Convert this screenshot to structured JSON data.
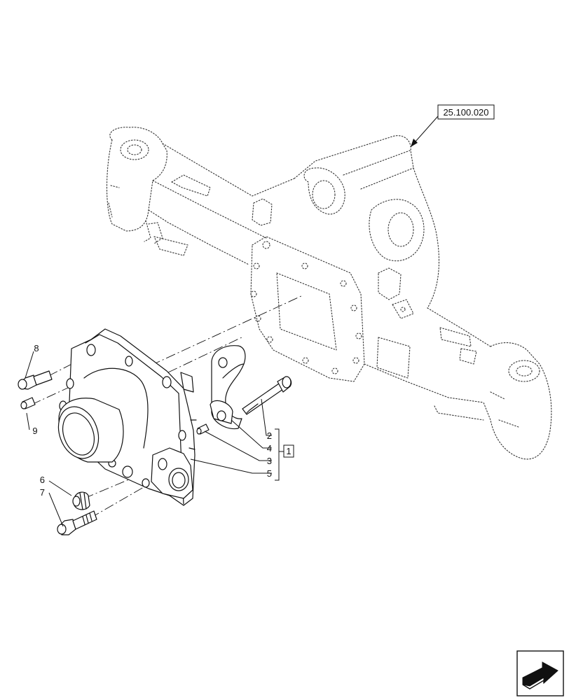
{
  "diagram": {
    "reference_label": "25.100.020",
    "kit_label": "1",
    "callouts": [
      "2",
      "3",
      "4",
      "5",
      "6",
      "7",
      "8",
      "9"
    ],
    "nav_icon": "next-page-arrow-icon"
  }
}
